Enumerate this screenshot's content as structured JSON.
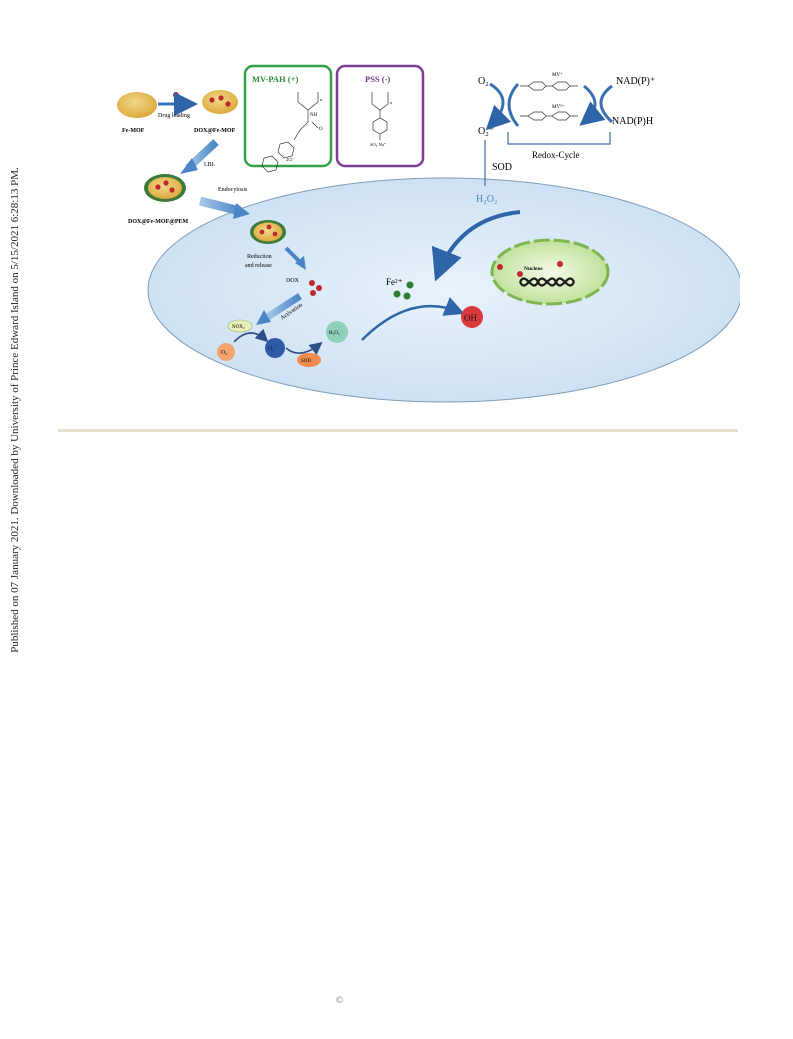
{
  "side_note": "Published on 07 January 2021. Downloaded by University of Prince Edward Island on 5/15/2021 6:28:13 PM.",
  "footer": {
    "copyright": "©"
  },
  "figure": {
    "fe_mof": "Fe-MOF",
    "drug_loading": "Drug loading",
    "dox_fe_mof": "DOX@Fe-MOF",
    "lbl": "LBL",
    "dox_fe_mof_pem": "DOX@Fe-MOF@PEM",
    "endocytosis": "Endocytosis",
    "reduction_line1": "Reduction",
    "reduction_line2": "and release",
    "dox": "DOX",
    "activation": "Activation",
    "nox": "NOX₂",
    "o2_cell": "O₂",
    "o2_radical_cell": "O₂⁻",
    "sod_cell": "SOD",
    "h2o2_cell": "H₂O₂",
    "fe2": "Fe²⁺",
    "oh": "OH",
    "nucleus": "Nucleus",
    "mv_pah": "MV-PAH (+)",
    "pss": "PSS (-)",
    "n_sub": "n",
    "nh": "NH",
    "o": "O",
    "cl_label": "2Cl⁻",
    "so3_label": "SO₃ Na⁺",
    "o2_top": "O₂",
    "o2_radical_top": "O₂⁻",
    "mv_radical": "MV⁺",
    "mv2": "MV²⁺",
    "nadp_plus": "NAD(P)⁺",
    "nadph": "NAD(P)H",
    "redox_cycle": "Redox-Cycle",
    "sod_top": "SOD",
    "h2o2_top": "H₂O₂"
  }
}
